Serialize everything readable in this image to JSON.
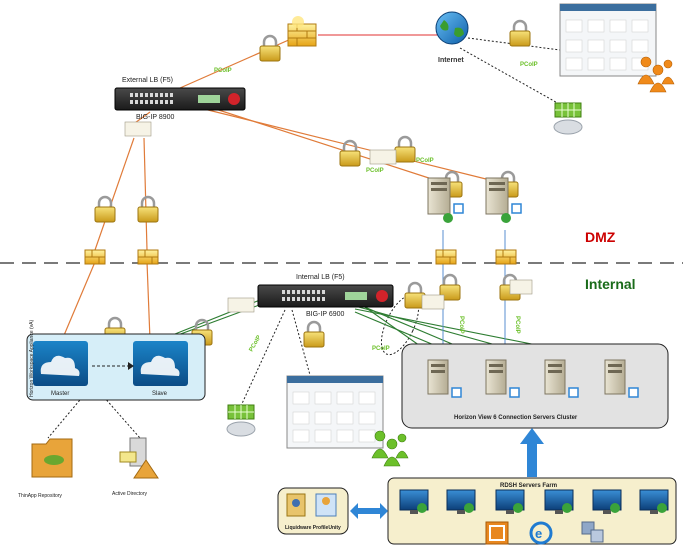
{
  "zones": {
    "dmz": "DMZ",
    "internal": "Internal"
  },
  "external_lb": {
    "title": "External LB (F5)",
    "model": "BIG-IP 8900"
  },
  "internal_lb": {
    "title": "Internal LB (F5)",
    "model": "BIG-IP 6900"
  },
  "internet": {
    "label": "Internet"
  },
  "workspace": {
    "side_label": "Horizon Workspace Appliance (vA)",
    "master": "Master",
    "slave": "Slave"
  },
  "thinapp": {
    "label": "ThinApp Repository"
  },
  "ad": {
    "label": "Active Directory"
  },
  "cs_cluster": {
    "label": "Horizon View 6 Connection Servers Cluster"
  },
  "rdsh": {
    "label": "RDSH Servers Farm"
  },
  "liquidware": {
    "label": "Liquidware ProfileUnity"
  },
  "pcoip": {
    "label": "PCoIP"
  },
  "colors": {
    "dmz": "#cc0000",
    "internal": "#1a6b1a",
    "orange_link": "#e07b39",
    "green_link": "#2e7d32",
    "blue_arrow": "#2f86d6"
  }
}
